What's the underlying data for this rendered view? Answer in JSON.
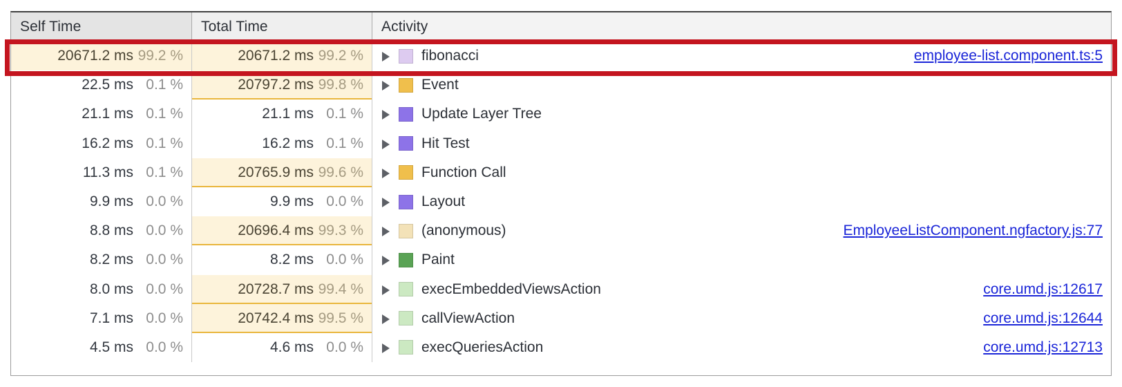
{
  "table": {
    "columns": [
      {
        "key": "self_time",
        "label": "Self Time"
      },
      {
        "key": "total_time",
        "label": "Total Time"
      },
      {
        "key": "activity",
        "label": "Activity"
      }
    ],
    "rows": [
      {
        "self_ms": "20671.2 ms",
        "self_pct": "99.2 %",
        "self_highlight": true,
        "self_bar": false,
        "total_ms": "20671.2 ms",
        "total_pct": "99.2 %",
        "total_highlight": true,
        "total_bar": false,
        "activity": "fibonacci",
        "swatch": "#ddcbf0",
        "swatch_name": "scripting-light-swatch",
        "link": "employee-list.component.ts:5",
        "annotated": true
      },
      {
        "self_ms": "22.5 ms",
        "self_pct": "0.1 %",
        "self_highlight": false,
        "self_bar": false,
        "total_ms": "20797.2 ms",
        "total_pct": "99.8 %",
        "total_highlight": true,
        "total_bar": true,
        "activity": "Event",
        "swatch": "#f0bf4c",
        "swatch_name": "scripting-swatch",
        "link": "",
        "annotated": false
      },
      {
        "self_ms": "21.1 ms",
        "self_pct": "0.1 %",
        "self_highlight": false,
        "self_bar": false,
        "total_ms": "21.1 ms",
        "total_pct": "0.1 %",
        "total_highlight": false,
        "total_bar": false,
        "activity": "Update Layer Tree",
        "swatch": "#8d73e8",
        "swatch_name": "rendering-swatch",
        "link": "",
        "annotated": false
      },
      {
        "self_ms": "16.2 ms",
        "self_pct": "0.1 %",
        "self_highlight": false,
        "self_bar": false,
        "total_ms": "16.2 ms",
        "total_pct": "0.1 %",
        "total_highlight": false,
        "total_bar": false,
        "activity": "Hit Test",
        "swatch": "#8d73e8",
        "swatch_name": "rendering-swatch",
        "link": "",
        "annotated": false
      },
      {
        "self_ms": "11.3 ms",
        "self_pct": "0.1 %",
        "self_highlight": false,
        "self_bar": false,
        "total_ms": "20765.9 ms",
        "total_pct": "99.6 %",
        "total_highlight": true,
        "total_bar": true,
        "activity": "Function Call",
        "swatch": "#f0bf4c",
        "swatch_name": "scripting-swatch",
        "link": "",
        "annotated": false
      },
      {
        "self_ms": "9.9 ms",
        "self_pct": "0.0 %",
        "self_highlight": false,
        "self_bar": false,
        "total_ms": "9.9 ms",
        "total_pct": "0.0 %",
        "total_highlight": false,
        "total_bar": false,
        "activity": "Layout",
        "swatch": "#8d73e8",
        "swatch_name": "rendering-swatch",
        "link": "",
        "annotated": false
      },
      {
        "self_ms": "8.8 ms",
        "self_pct": "0.0 %",
        "self_highlight": false,
        "self_bar": false,
        "total_ms": "20696.4 ms",
        "total_pct": "99.3 %",
        "total_highlight": true,
        "total_bar": true,
        "activity": "(anonymous)",
        "swatch": "#f3e2b8",
        "swatch_name": "scripting-pale-swatch",
        "link": "EmployeeListComponent.ngfactory.js:77",
        "annotated": false
      },
      {
        "self_ms": "8.2 ms",
        "self_pct": "0.0 %",
        "self_highlight": false,
        "self_bar": false,
        "total_ms": "8.2 ms",
        "total_pct": "0.0 %",
        "total_highlight": false,
        "total_bar": false,
        "activity": "Paint",
        "swatch": "#5aa355",
        "swatch_name": "painting-swatch",
        "link": "",
        "annotated": false
      },
      {
        "self_ms": "8.0 ms",
        "self_pct": "0.0 %",
        "self_highlight": false,
        "self_bar": false,
        "total_ms": "20728.7 ms",
        "total_pct": "99.4 %",
        "total_highlight": true,
        "total_bar": true,
        "activity": "execEmbeddedViewsAction",
        "swatch": "#cce9c2",
        "swatch_name": "pale-green-swatch",
        "link": "core.umd.js:12617",
        "annotated": false
      },
      {
        "self_ms": "7.1 ms",
        "self_pct": "0.0 %",
        "self_highlight": false,
        "self_bar": false,
        "total_ms": "20742.4 ms",
        "total_pct": "99.5 %",
        "total_highlight": true,
        "total_bar": true,
        "activity": "callViewAction",
        "swatch": "#cce9c2",
        "swatch_name": "pale-green-swatch",
        "link": "core.umd.js:12644",
        "annotated": false
      },
      {
        "self_ms": "4.5 ms",
        "self_pct": "0.0 %",
        "self_highlight": false,
        "self_bar": false,
        "total_ms": "4.6 ms",
        "total_pct": "0.0 %",
        "total_highlight": false,
        "total_bar": false,
        "activity": "execQueriesAction",
        "swatch": "#cce9c2",
        "swatch_name": "pale-green-swatch",
        "link": "core.umd.js:12713",
        "annotated": false
      }
    ]
  },
  "annotation": {
    "color": "#c4151f",
    "target_row_index": 0
  }
}
